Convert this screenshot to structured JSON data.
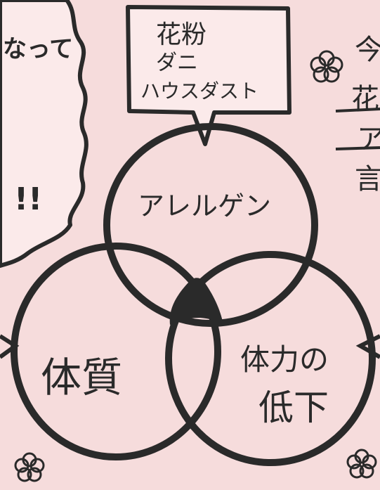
{
  "colors": {
    "background": "#f6dcdc",
    "ink": "#2a2a2a",
    "bubble_fill": "#fbeaea",
    "overlap_fill": "#2a2a2a"
  },
  "callout": {
    "lines": [
      "花粉",
      "ダニ",
      "ハウスダスト"
    ]
  },
  "circles": {
    "top": "アレルゲン",
    "left": "体質",
    "right_line1": "体力の",
    "right_line2": "低下"
  },
  "left_bubble": {
    "fragment_top": "なって",
    "fragment_bottom": "!!"
  },
  "right_edge": {
    "line1": "今",
    "line2": "花",
    "line3": "ア",
    "line4": "言"
  },
  "icons": [
    "flower-icon"
  ]
}
